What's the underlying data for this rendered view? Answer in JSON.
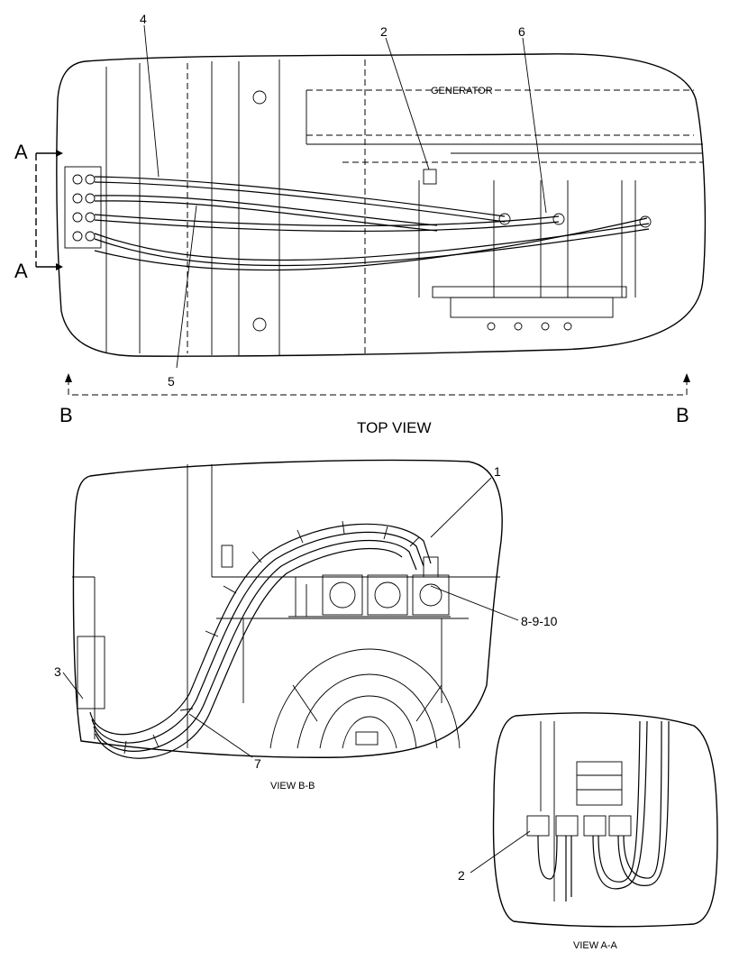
{
  "top_view": {
    "title": "TOP VIEW",
    "generator_label": "GENERATOR",
    "section_a": "A",
    "section_b": "B",
    "callouts": {
      "c2": "2",
      "c4": "4",
      "c5": "5",
      "c6": "6"
    }
  },
  "view_bb": {
    "title": "VIEW B-B",
    "callouts": {
      "c1": "1",
      "c3": "3",
      "c7": "7",
      "c8910": "8-9-10"
    }
  },
  "view_aa": {
    "title": "VIEW A-A",
    "callouts": {
      "c2": "2"
    }
  }
}
